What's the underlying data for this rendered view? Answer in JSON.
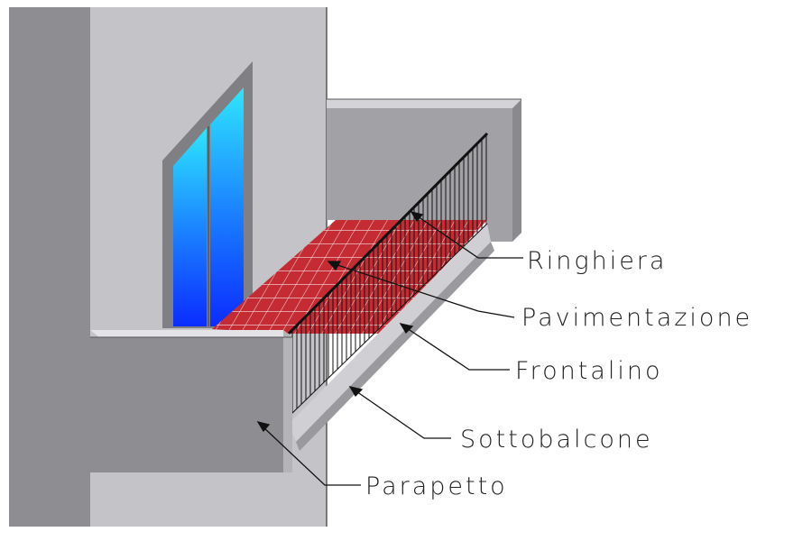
{
  "labels": {
    "ringhiera": "Ringhiera",
    "pavimentazione": "Pavimentazione",
    "frontalino": "Frontalino",
    "sottobalcone": "Sottobalcone",
    "parapetto": "Parapetto"
  },
  "colors": {
    "wall_dark": "#8e8e92",
    "wall_light": "#c4c4c8",
    "wall_mid": "#a4a4a8",
    "floor_red": "#c42b33",
    "floor_grid": "#f0d8da",
    "glass_top": "#2ee6ff",
    "glass_bottom": "#0a3cff",
    "frame": "#808084",
    "railing": "#111111"
  }
}
